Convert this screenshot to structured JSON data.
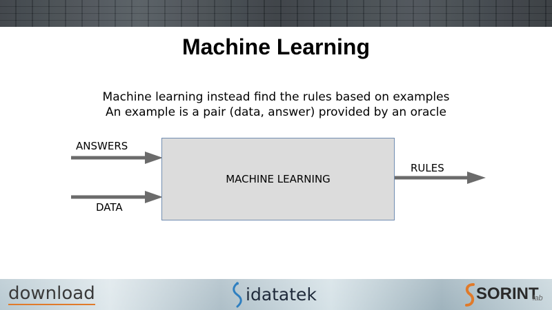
{
  "slide": {
    "title": "Machine Learning",
    "subtitle_lines": [
      "Machine learning instead find the rules based on examples",
      "An example is a pair (data, answer) provided by an oracle"
    ]
  },
  "diagram": {
    "box_label": "MACHINE LEARNING",
    "input_answers": "ANSWERS",
    "input_data": "DATA",
    "output_rules": "RULES"
  },
  "footer": {
    "logo_download": "download",
    "logo_idatatek": "idatatek",
    "logo_sorint": "SORINT",
    "logo_lab": "lab"
  },
  "colors": {
    "arrow": "#6b6b6b",
    "box_fill": "#dcdcdc",
    "box_border": "#6f8bb0",
    "accent_orange": "#e07a2a",
    "accent_blue": "#2f7fc0"
  }
}
